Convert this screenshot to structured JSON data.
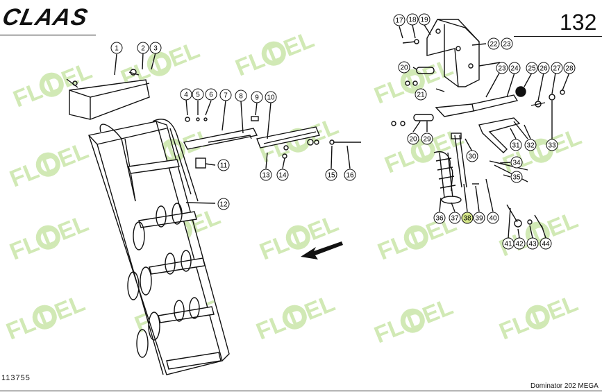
{
  "header": {
    "brand": "CLAAS",
    "page_number": "132"
  },
  "footer": {
    "document_number": "113755",
    "model": "Dominator  202 MEGA"
  },
  "watermark": {
    "text": "FL DEL"
  },
  "callouts": [
    "1",
    "2",
    "3",
    "4",
    "5",
    "6",
    "7",
    "8",
    "9",
    "10",
    "11",
    "12",
    "13",
    "14",
    "15",
    "16",
    "17",
    "18",
    "19",
    "20",
    "21",
    "22",
    "23",
    "23",
    "24",
    "25",
    "26",
    "27",
    "28",
    "20",
    "29",
    "30",
    "31",
    "32",
    "33",
    "34",
    "35",
    "36",
    "37",
    "38",
    "39",
    "40",
    "41",
    "42",
    "43",
    "44"
  ],
  "colors": {
    "watermark": "#c9e6a8",
    "highlight_callout": "#d6e88a",
    "ink": "#111111"
  }
}
